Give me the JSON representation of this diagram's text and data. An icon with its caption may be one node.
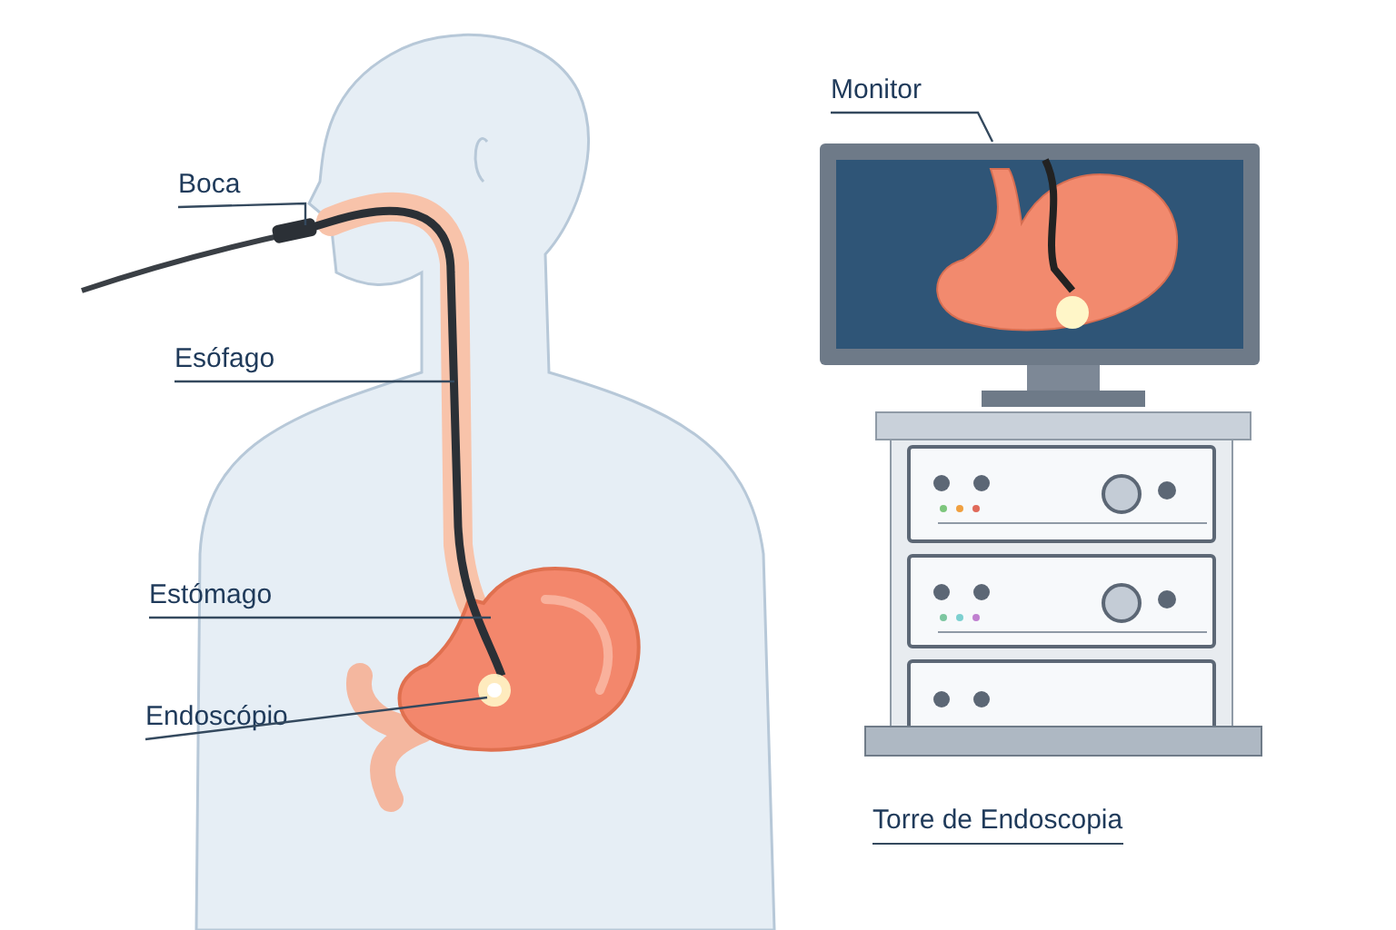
{
  "diagram": {
    "nodes": [
      {
        "text": [
          "Boca"
        ]
      },
      {
        "text": [
          "Esófago"
        ]
      },
      {
        "text": [
          "Estómago"
        ]
      },
      {
        "text": [
          "Endoscópio"
        ]
      },
      {
        "text": [
          "Monitor"
        ]
      },
      {
        "text": [],
        "shape": "picture"
      }
    ],
    "edges": [
      {
        "from": 0,
        "to": null,
        "arrow": "none"
      },
      {
        "from": 1,
        "to": null,
        "arrow": "none"
      },
      {
        "from": 2,
        "to": null,
        "arrow": "none"
      },
      {
        "from": 3,
        "to": null,
        "arrow": "none"
      },
      {
        "from": 4,
        "to": 5,
        "arrow": "none"
      }
    ],
    "labels": [
      "Torre de Endoscopia"
    ]
  }
}
